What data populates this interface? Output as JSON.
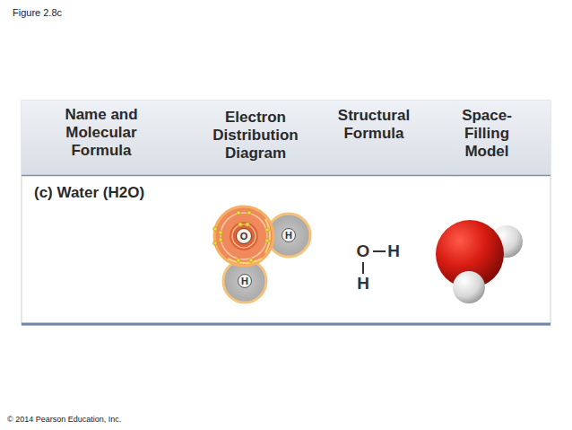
{
  "diagram": {
    "title": "Figure 2.8c",
    "nodes": [
      {
        "text": [
          "O"
        ]
      },
      {
        "text": [
          "H"
        ]
      },
      {
        "text": [
          "H"
        ]
      }
    ],
    "labels": [
      "Name and Molecular Formula",
      "Electron Distribution Diagram",
      "Structural Formula",
      "Space-Filling Model",
      "(c) Water (H2O)",
      "O",
      "H",
      "H",
      "© 2014 Pearson Education, Inc."
    ]
  }
}
